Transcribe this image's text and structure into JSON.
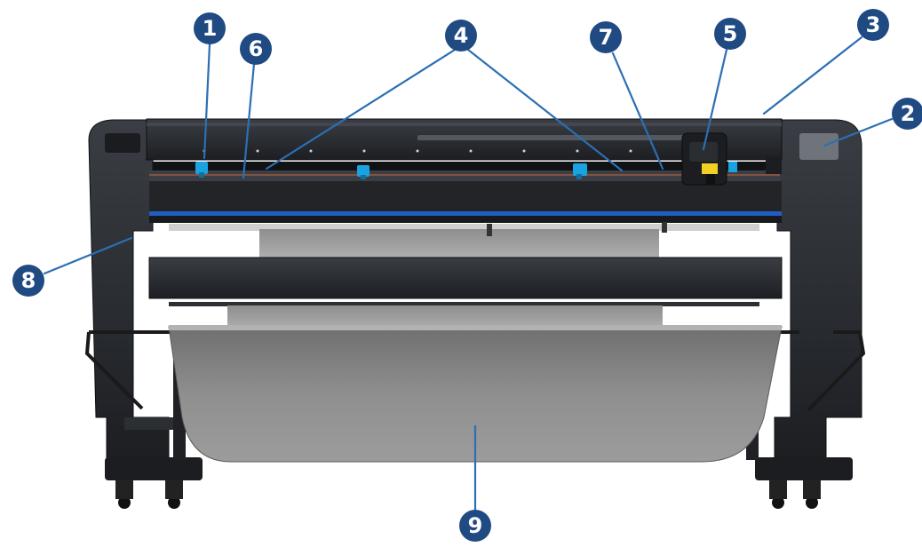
{
  "colors": {
    "marker_fill": "#1f4a82",
    "leader_line": "#2c6fb3",
    "machine_body": "#26292e",
    "machine_dark": "#15171a",
    "clamp_blue": "#1aa3e0",
    "blue_strip": "#1f5fc4",
    "basket_fabric": "#8d8d8d",
    "media_sheet": "#a9a9a9"
  },
  "callouts": [
    {
      "label": "1"
    },
    {
      "label": "2"
    },
    {
      "label": "3"
    },
    {
      "label": "4"
    },
    {
      "label": "5"
    },
    {
      "label": "6"
    },
    {
      "label": "7"
    },
    {
      "label": "8"
    },
    {
      "label": "9"
    }
  ]
}
